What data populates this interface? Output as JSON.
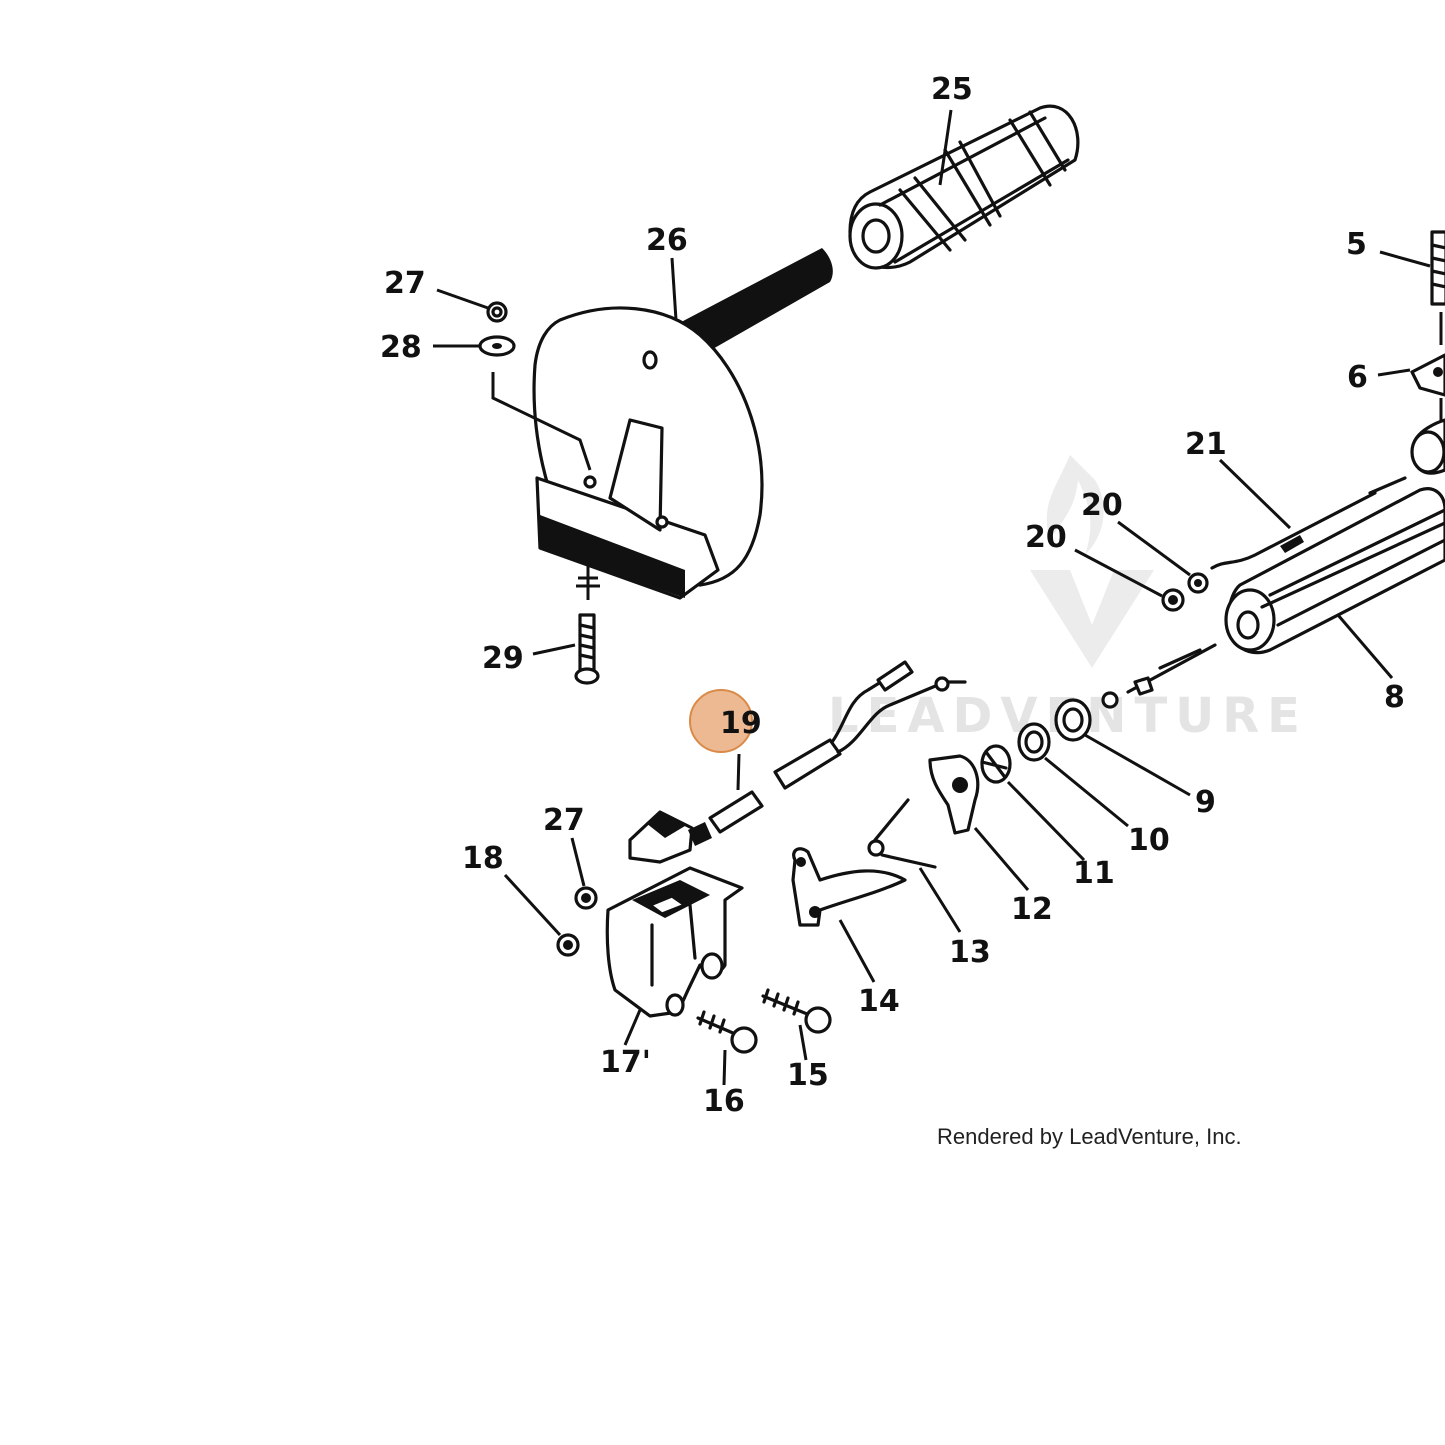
{
  "colors": {
    "ink": "#111111",
    "highlight": "#e8a877",
    "watermark": "#e4e4e4",
    "background": "#ffffff"
  },
  "callouts": [
    {
      "id": "5",
      "text": "5"
    },
    {
      "id": "6",
      "text": "6"
    },
    {
      "id": "8",
      "text": "8"
    },
    {
      "id": "9",
      "text": "9"
    },
    {
      "id": "10",
      "text": "10"
    },
    {
      "id": "11",
      "text": "11"
    },
    {
      "id": "12",
      "text": "12"
    },
    {
      "id": "13",
      "text": "13"
    },
    {
      "id": "14",
      "text": "14"
    },
    {
      "id": "15",
      "text": "15"
    },
    {
      "id": "16",
      "text": "16"
    },
    {
      "id": "17",
      "text": "17'"
    },
    {
      "id": "18",
      "text": "18"
    },
    {
      "id": "19",
      "text": "19",
      "highlighted": true
    },
    {
      "id": "20a",
      "text": "20"
    },
    {
      "id": "20b",
      "text": "20"
    },
    {
      "id": "21",
      "text": "21"
    },
    {
      "id": "25",
      "text": "25"
    },
    {
      "id": "26",
      "text": "26"
    },
    {
      "id": "27a",
      "text": "27"
    },
    {
      "id": "27b",
      "text": "27"
    },
    {
      "id": "28",
      "text": "28"
    },
    {
      "id": "29",
      "text": "29"
    }
  ],
  "watermark": {
    "text": "LEADVENTURE",
    "icon": "leadventure-logo-icon"
  },
  "credit": "Rendered by LeadVenture, Inc."
}
